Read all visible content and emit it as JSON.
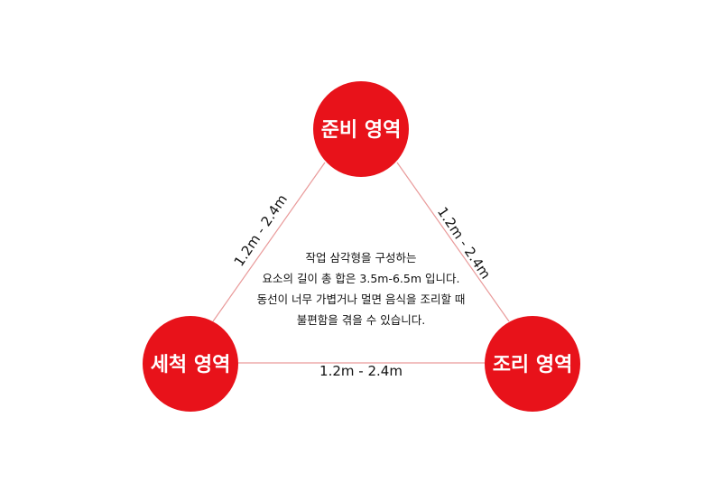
{
  "colors": {
    "zone_fill": "#e8121a",
    "edge": "#e99a9a",
    "text": "#111111"
  },
  "zones": {
    "prep": "준비 영역",
    "wash": "세척 영역",
    "cook": "조리 영역"
  },
  "edges": {
    "prep_wash": "1.2m - 2.4m",
    "prep_cook": "1.2m - 2.4m",
    "wash_cook": "1.2m - 2.4m"
  },
  "note": [
    "작업 삼각형을 구성하는",
    "요소의 길이 총 합은 3.5m-6.5m 입니다.",
    "동선이 너무 가볍거나 멀면 음식을 조리할 때",
    "불편함을 겪을 수 있습니다."
  ]
}
